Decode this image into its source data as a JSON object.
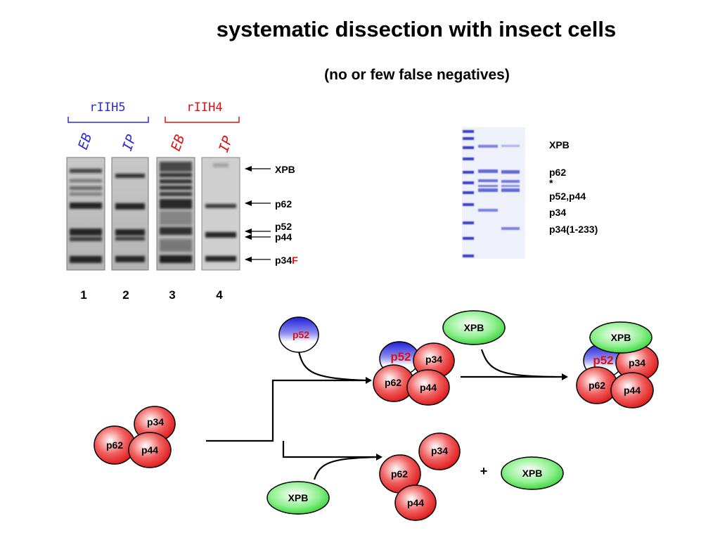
{
  "title": "systematic dissection with insect cells",
  "subtitle": "(no or few false negatives)",
  "colors": {
    "blue": "#2a2ad8",
    "red": "#e01010",
    "protein_red": "#e83030",
    "protein_blue": "#3838e0",
    "protein_green": "#44dd44",
    "gel_dark": "#111111",
    "coomassie": "#3a40c8"
  },
  "western": {
    "groups": [
      {
        "label": "rIIH5",
        "color": "blue"
      },
      {
        "label": "rIIH4",
        "color": "red"
      }
    ],
    "lane_labels": [
      "EB",
      "IP",
      "EB",
      "IP"
    ],
    "lane_colors": [
      "blue",
      "blue",
      "red",
      "red"
    ],
    "lane_numbers": [
      "1",
      "2",
      "3",
      "4"
    ],
    "band_labels": {
      "xpb": "XPB",
      "p62": "p62",
      "p52": "p52",
      "p44": "p44",
      "p34_prefix": "p34",
      "p34_suffix": "F"
    }
  },
  "coomassie": {
    "labels": [
      "XPB",
      "p62",
      "*",
      "p52,p44",
      "p34",
      "p34(1-233)"
    ]
  },
  "diagram": {
    "core": [
      "p34",
      "p62",
      "p44"
    ],
    "p52": "p52",
    "xpb": "XPB",
    "plus": "+"
  }
}
